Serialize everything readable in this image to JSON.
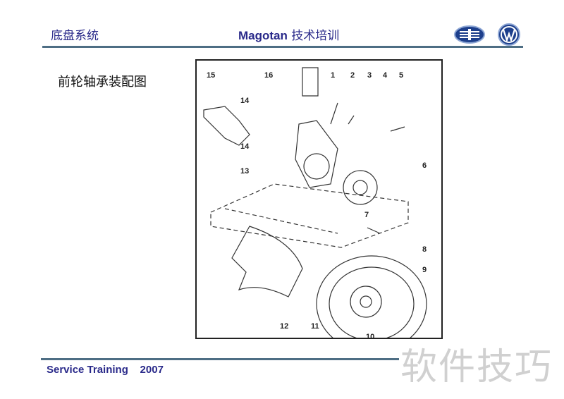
{
  "header": {
    "section": "底盘系统",
    "title_en": "Magotan",
    "title_cn": " 技术培训"
  },
  "logos": [
    "faw-logo",
    "vw-logo"
  ],
  "slide": {
    "subtitle": "前轮轴承装配图"
  },
  "diagram": {
    "callouts": [
      "1",
      "2",
      "3",
      "4",
      "5",
      "6",
      "7",
      "8",
      "9",
      "10",
      "11",
      "12",
      "13",
      "14",
      "14",
      "15",
      "16"
    ]
  },
  "footer": {
    "text": "Service Training    2007"
  },
  "watermark": "软件技巧",
  "colors": {
    "text": "#2a2a8a",
    "rule": "#4e6e84"
  }
}
